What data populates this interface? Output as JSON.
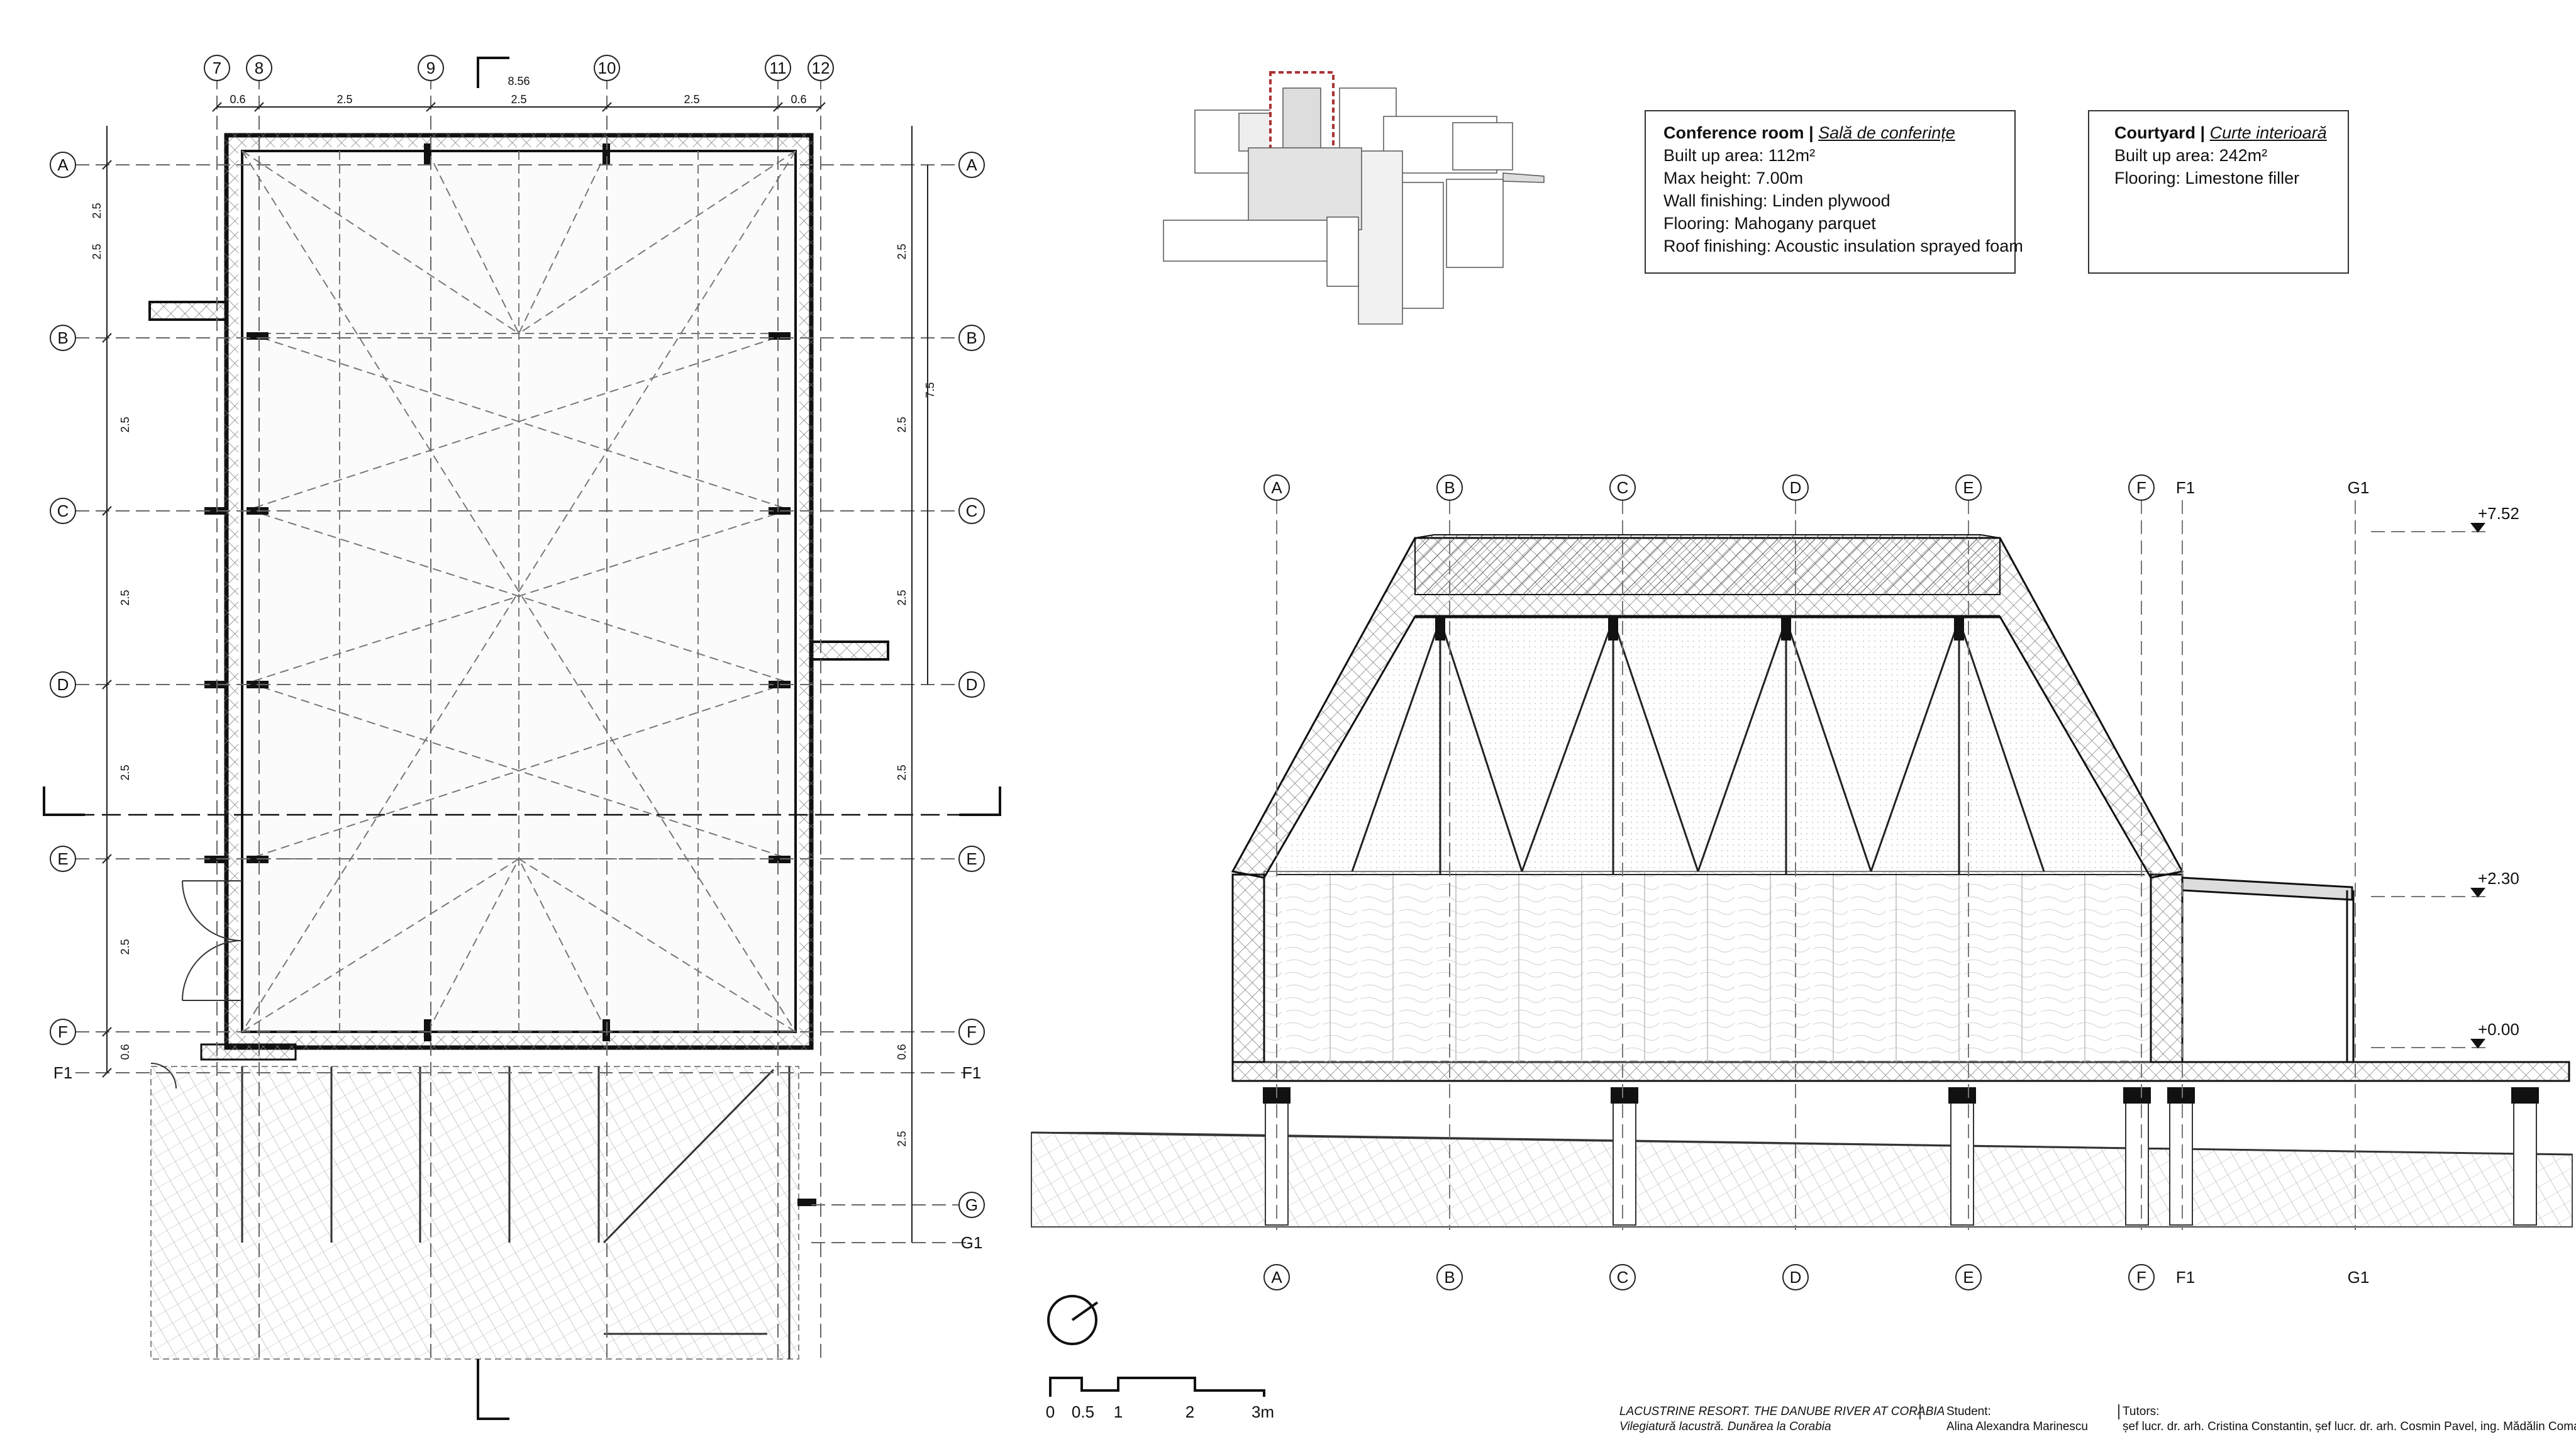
{
  "plan": {
    "grid_numbers": [
      "7",
      "8",
      "9",
      "10",
      "11",
      "12"
    ],
    "top_dims": [
      "0.6",
      "2.5",
      "2.5",
      "2.5",
      "0.6"
    ],
    "total_width_dim": "8.56",
    "grid_rows": [
      "A",
      "B",
      "C",
      "D",
      "E",
      "F",
      "F1",
      "G",
      "G1"
    ],
    "left_dims": [
      "2.5",
      "2.5",
      "2.5",
      "2.5",
      "2.5",
      "2.5",
      "0.6"
    ],
    "right_dims": [
      "2.5",
      "2.5",
      "2.5",
      "2.5",
      "0.6",
      "2.5"
    ],
    "right_total_dim": "7.5"
  },
  "conference_box": {
    "title": "Conference room",
    "title_separator": "|",
    "title_ro": "Sală de conferințe",
    "lines": [
      "Built up area: 112m²",
      "Max height: 7.00m",
      "Wall finishing: Linden plywood",
      "Flooring: Mahogany parquet",
      "Roof finishing: Acoustic insulation sprayed foam"
    ]
  },
  "courtyard_box": {
    "title": "Courtyard",
    "title_separator": "|",
    "title_ro": "Curte interioară",
    "lines": [
      "Built up area: 242m²",
      "Flooring: Limestone filler"
    ]
  },
  "section": {
    "grid_labels": [
      "A",
      "B",
      "C",
      "D",
      "E",
      "F",
      "F1",
      "G1"
    ],
    "levels": [
      "+7.52",
      "+2.30",
      "+0.00"
    ]
  },
  "scale_bar": {
    "labels": [
      "0",
      "0.5",
      "1",
      "2",
      "3m"
    ]
  },
  "footer": {
    "project_title": "LACUSTRINE RESORT. THE DANUBE RIVER AT CORABIA",
    "project_title_ro": "Vilegiatură lacustră. Dunărea la Corabia",
    "student_label": "Student:",
    "student_name": "Alina Alexandra Marinescu",
    "tutors_label": "Tutors:",
    "tutors_names": "șef lucr. dr. arh. Cristina Constantin, șef lucr. dr. arh. Cosmin Pavel, ing. Mădălin Coman"
  },
  "colors": {
    "line": "#222222",
    "hatch": "#9a9a9a",
    "dash": "#777777",
    "text": "#111111"
  }
}
